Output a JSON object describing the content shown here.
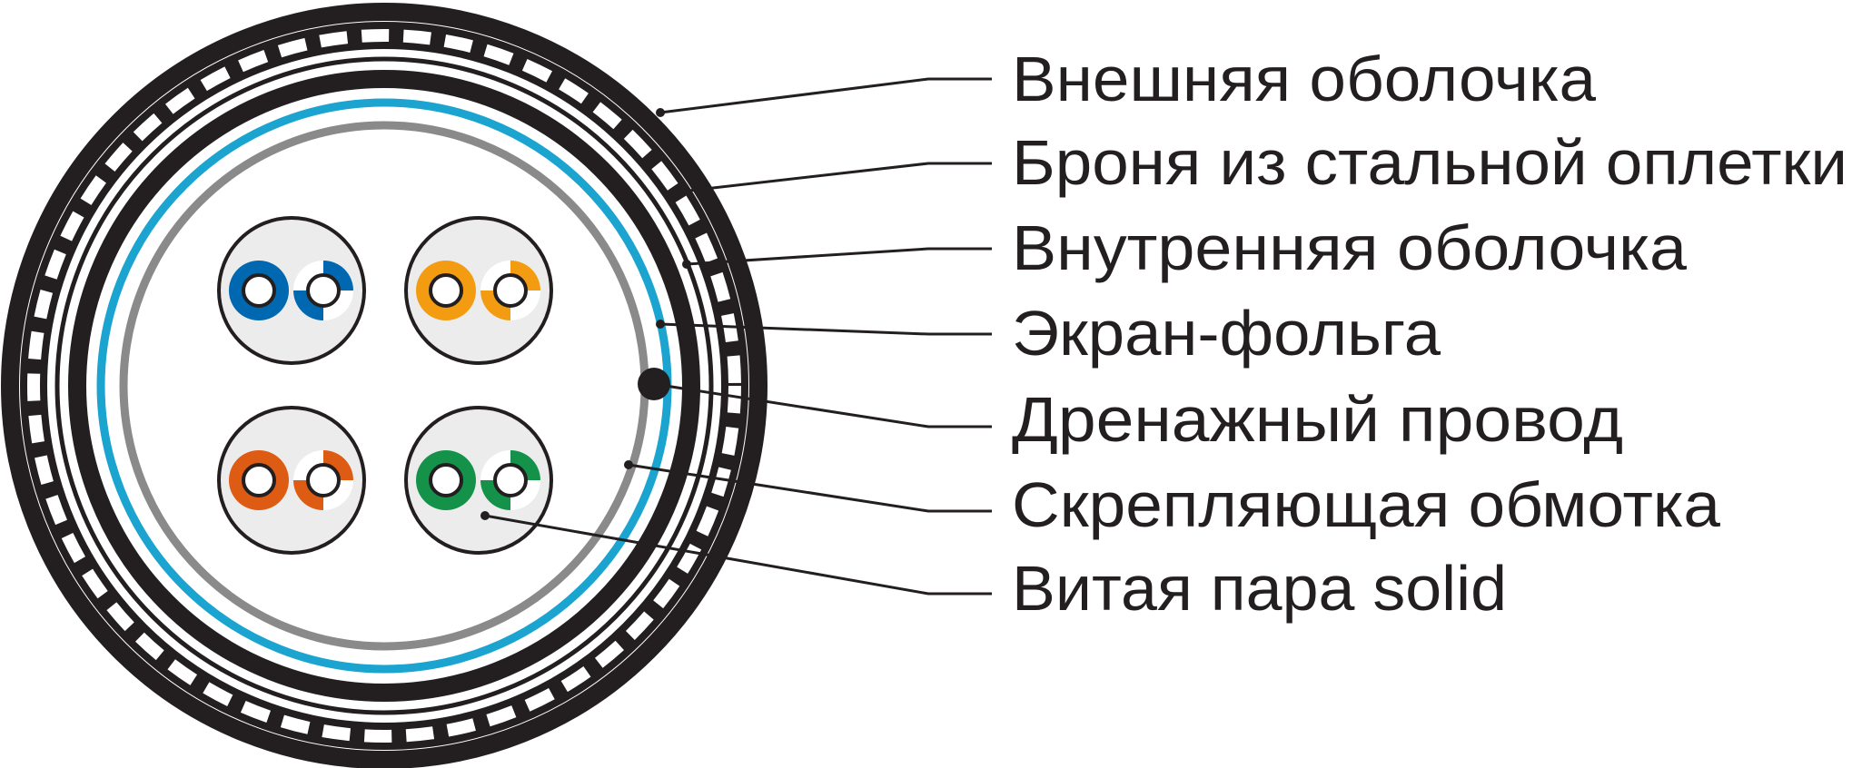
{
  "callouts": [
    {
      "id": "outer-sheath",
      "label": "Внешняя оболочка"
    },
    {
      "id": "armor-braid",
      "label": "Броня из стальной оплетки"
    },
    {
      "id": "inner-sheath",
      "label": "Внутренняя оболочка"
    },
    {
      "id": "foil-shield",
      "label": "Экран-фольга"
    },
    {
      "id": "drain-wire",
      "label": "Дренажный провод"
    },
    {
      "id": "binder-tape",
      "label": "Скрепляющая обмотка"
    },
    {
      "id": "twisted-pair",
      "label": "Витая пара solid"
    }
  ],
  "pairs": [
    {
      "id": "pair-blue",
      "color": "#0068b0"
    },
    {
      "id": "pair-orange",
      "color": "#f39c12"
    },
    {
      "id": "pair-brown",
      "color": "#dd5b12"
    },
    {
      "id": "pair-green",
      "color": "#14924a"
    }
  ],
  "colors": {
    "outline": "#231f20",
    "foil": "#1aa4cf",
    "binder": "#8a8a8a",
    "pair_fill": "#ececec"
  }
}
